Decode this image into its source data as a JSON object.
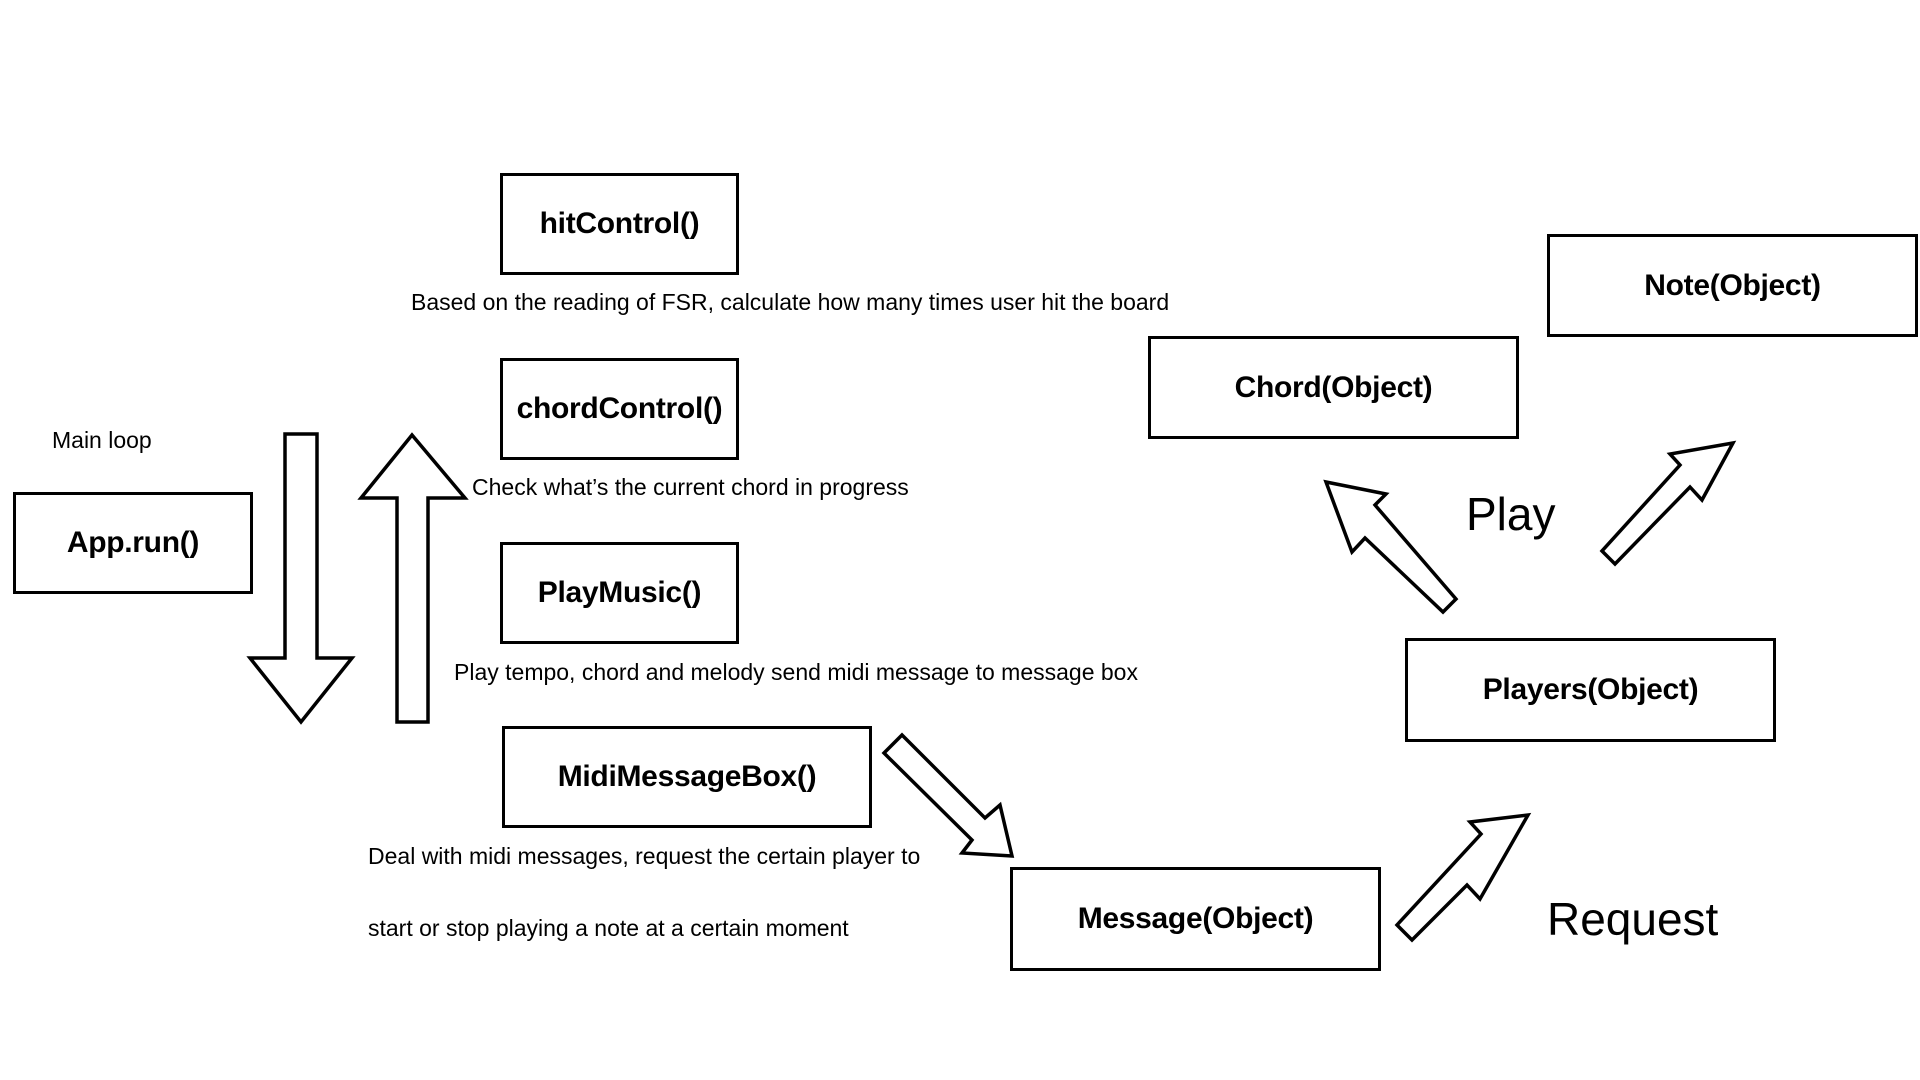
{
  "labels": {
    "main_loop": "Main loop",
    "play": "Play",
    "request": "Request"
  },
  "nodes": {
    "app_run": "App.run()",
    "hit_control": "hitControl()",
    "chord_control": "chordControl()",
    "play_music": "PlayMusic()",
    "midi_message_box": "MidiMessageBox()",
    "message": "Message(Object)",
    "players": "Players(Object)",
    "chord": "Chord(Object)",
    "note": "Note(Object)"
  },
  "descriptions": {
    "hit_control": "Based on the reading of FSR, calculate how many times user hit the board",
    "chord_control": "Check what’s the current chord in progress",
    "play_music": "Play tempo, chord and melody send midi message to message box",
    "midi_line1": "Deal with midi messages, request the certain player to",
    "midi_line2": "start or stop playing a note at a certain moment"
  },
  "colors": {
    "stroke": "#000000",
    "fill": "#ffffff",
    "background": "#ffffff"
  }
}
